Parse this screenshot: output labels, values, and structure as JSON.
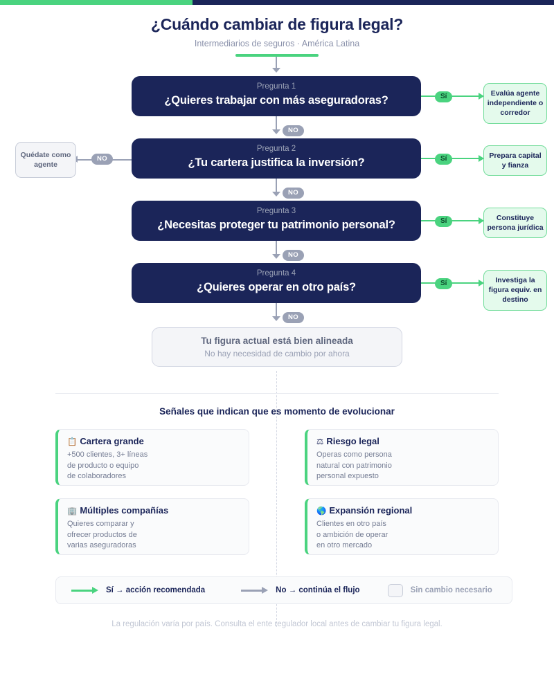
{
  "header": {
    "title": "¿Cuándo cambiar de figura legal?",
    "subtitle": "Intermediarios de seguros · América Latina"
  },
  "colors": {
    "navy": "#1b2559",
    "green": "#4ad37f",
    "grey": "#9aa1b5",
    "green_box_bg": "#e4faec",
    "green_box_border": "#72dc9a"
  },
  "flow": {
    "no_label": "NO",
    "yes_label": "Sí",
    "questions": [
      {
        "label": "Pregunta 1",
        "text": "¿Quieres trabajar con más aseguradoras?",
        "yes_result": "Evalúa agente\nindependiente\no corredor"
      },
      {
        "label": "Pregunta 2",
        "text": "¿Tu cartera justifica la inversión?",
        "yes_result": "Prepara\ncapital\ny fianza",
        "no_result": "Quédate\ncomo\nagente"
      },
      {
        "label": "Pregunta 3",
        "text": "¿Necesitas proteger tu patrimonio personal?",
        "yes_result": "Constituye\npersona\njurídica"
      },
      {
        "label": "Pregunta 4",
        "text": "¿Quieres operar en otro país?",
        "yes_result": "Investiga la\nfigura equiv.\nen destino"
      }
    ],
    "final": {
      "title": "Tu figura actual está bien alineada",
      "subtitle": "No hay necesidad de cambio por ahora"
    }
  },
  "signals": {
    "title": "Señales que indican que es momento de evolucionar",
    "cards": [
      {
        "icon": "clipboard-icon",
        "glyph": "📋",
        "title": "Cartera grande",
        "body": "+500 clientes, 3+ líneas\nde producto o equipo\nde colaboradores"
      },
      {
        "icon": "scales-icon",
        "glyph": "⚖",
        "title": "Riesgo legal",
        "body": "Operas como persona\nnatural con patrimonio\npersonal expuesto"
      },
      {
        "icon": "building-icon",
        "glyph": "🏢",
        "title": "Múltiples compañías",
        "body": "Quieres comparar y\nofrecer productos de\nvarias aseguradoras"
      },
      {
        "icon": "globe-icon",
        "glyph": "🌎",
        "title": "Expansión regional",
        "body": "Clientes en otro país\no ambición de operar\nen otro mercado"
      }
    ]
  },
  "legend": {
    "yes": "Sí → acción recomendada",
    "no": "No → continúa el flujo",
    "nochange": "Sin cambio necesario"
  },
  "footer": {
    "note": "La regulación varía por país. Consulta el ente regulador local antes de cambiar tu figura legal."
  }
}
